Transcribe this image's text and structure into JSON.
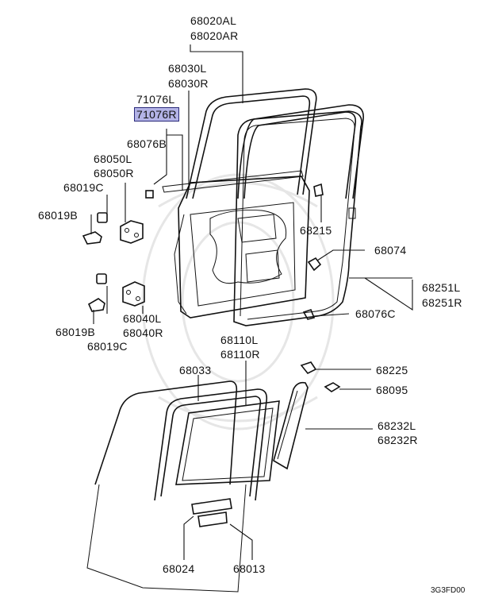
{
  "labels": {
    "p68020AL": "68020AL",
    "p68020AR": "68020AR",
    "p68030L": "68030L",
    "p68030R": "68030R",
    "p71076L": "71076L",
    "p71076R": "71076R",
    "p68076B": "68076B",
    "p68050L": "68050L",
    "p68050R": "68050R",
    "p68019C_top": "68019C",
    "p68019B_top": "68019B",
    "p68215": "68215",
    "p68074": "68074",
    "p68251L": "68251L",
    "p68251R": "68251R",
    "p68076C": "68076C",
    "p68040L": "68040L",
    "p68040R": "68040R",
    "p68019B_bot": "68019B",
    "p68019C_bot": "68019C",
    "p68110L": "68110L",
    "p68110R": "68110R",
    "p68033": "68033",
    "p68225": "68225",
    "p68095": "68095",
    "p68232L": "68232L",
    "p68232R": "68232R",
    "p68024": "68024",
    "p68013": "68013"
  },
  "highlight_color": "#b3b3e6",
  "diagram_code": "3G3FD00"
}
